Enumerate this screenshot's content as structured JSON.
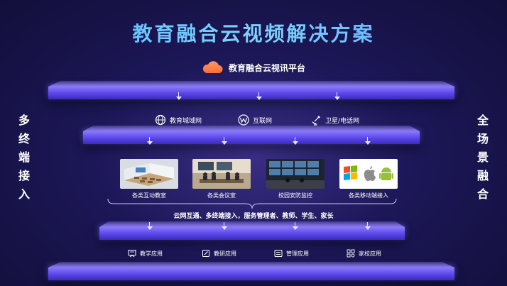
{
  "title": "教育融合云视频解决方案",
  "platform": {
    "label": "教育融合云视讯平台",
    "icon": "cloud-icon"
  },
  "networks": [
    {
      "label": "教育城域网",
      "icon": "globe-icon"
    },
    {
      "label": "互联网",
      "icon": "w-network-icon"
    },
    {
      "label": "卫星/电话网",
      "icon": "satellite-icon"
    }
  ],
  "left_vertical": [
    "多",
    "终",
    "端",
    "接",
    "入"
  ],
  "right_vertical": [
    "全",
    "场",
    "景",
    "融",
    "合"
  ],
  "scenarios": [
    {
      "label": "各类互动教室",
      "icon": "classroom-image"
    },
    {
      "label": "各类会议室",
      "icon": "meeting-room-image"
    },
    {
      "label": "校园安防监控",
      "icon": "security-monitor-image"
    },
    {
      "label": "各类移动端接入",
      "icon": "mobile-os-logos-image"
    }
  ],
  "summary": "云网互通、多终端接入，服务管理者、教师、学生、家长",
  "applications": [
    {
      "label": "教学应用",
      "icon": "teaching-icon"
    },
    {
      "label": "教研应用",
      "icon": "research-icon"
    },
    {
      "label": "管理应用",
      "icon": "management-icon"
    },
    {
      "label": "家校应用",
      "icon": "home-school-icon"
    }
  ],
  "colors": {
    "background": "#1c1757",
    "title_gradient": "#4fb4ff",
    "bar": "#5a45e8",
    "platform_cloud": "#ff7a45"
  }
}
